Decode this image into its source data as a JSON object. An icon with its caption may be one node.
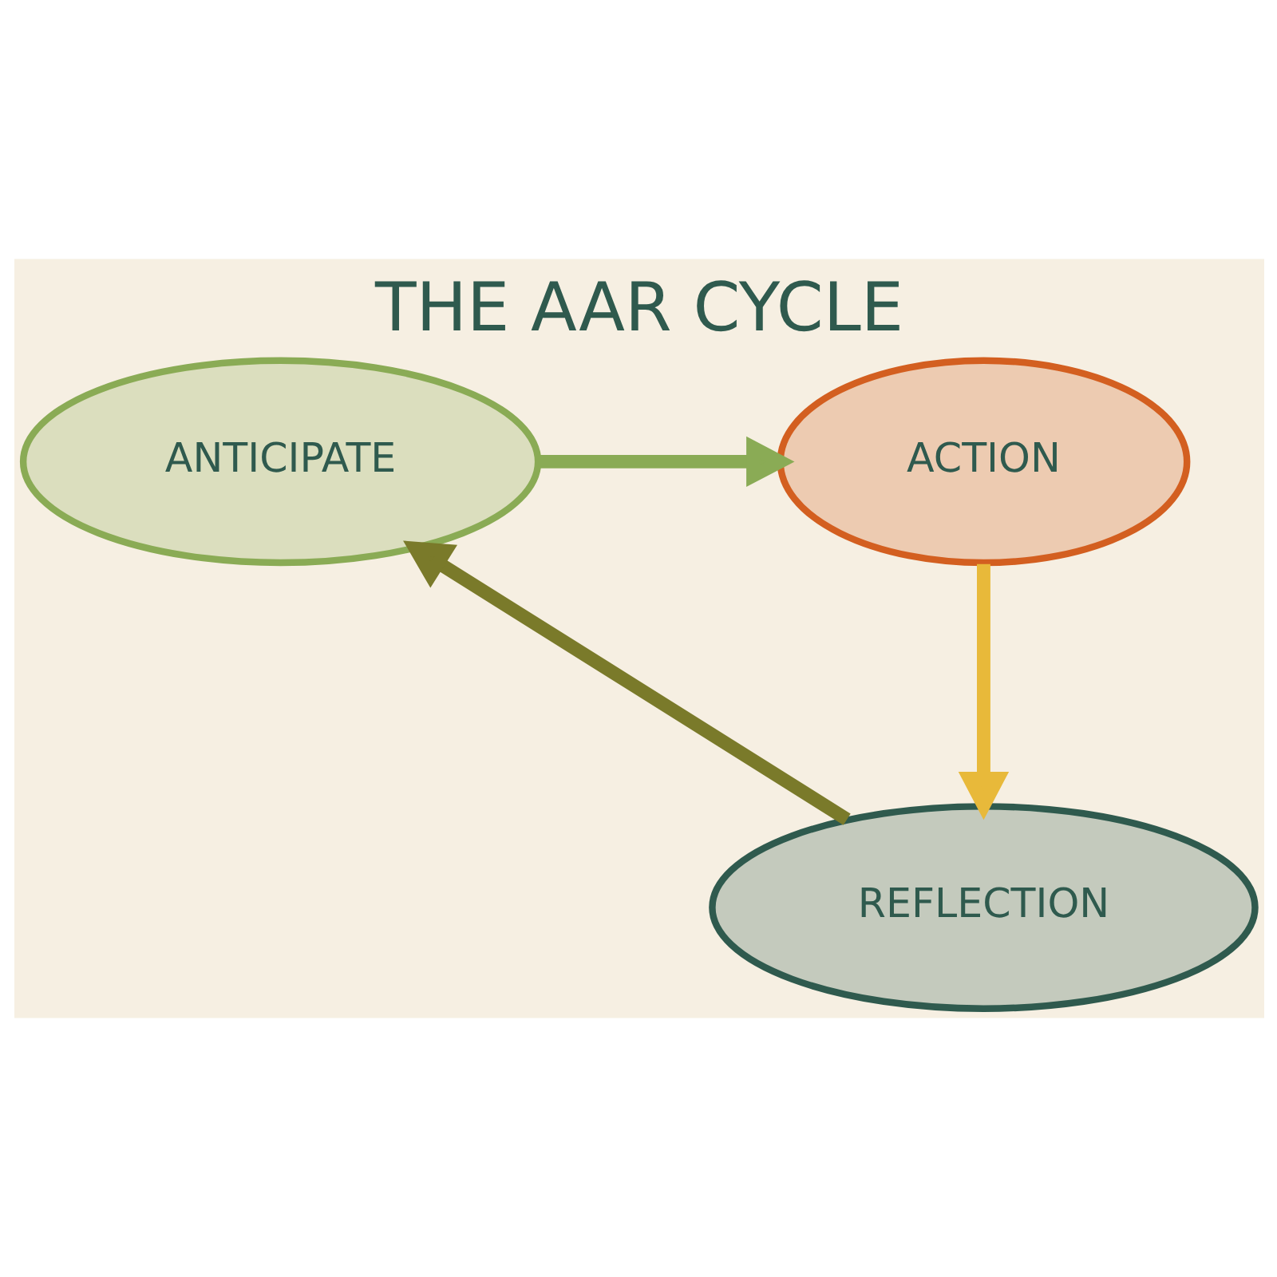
{
  "diagram": {
    "title": "THE AAR CYCLE",
    "nodes": [
      {
        "text": [
          "ANTICIPATE"
        ]
      },
      {
        "text": [
          "ACTION"
        ]
      },
      {
        "text": [
          "REFLECTION"
        ]
      }
    ],
    "edges": [
      {
        "from": 0,
        "to": 1,
        "arrow": "to",
        "color": "#8aab55"
      },
      {
        "from": 1,
        "to": 2,
        "arrow": "to",
        "color": "#e8b93a"
      },
      {
        "from": 2,
        "to": 0,
        "arrow": "to",
        "color": "#7a7a2a"
      }
    ]
  }
}
